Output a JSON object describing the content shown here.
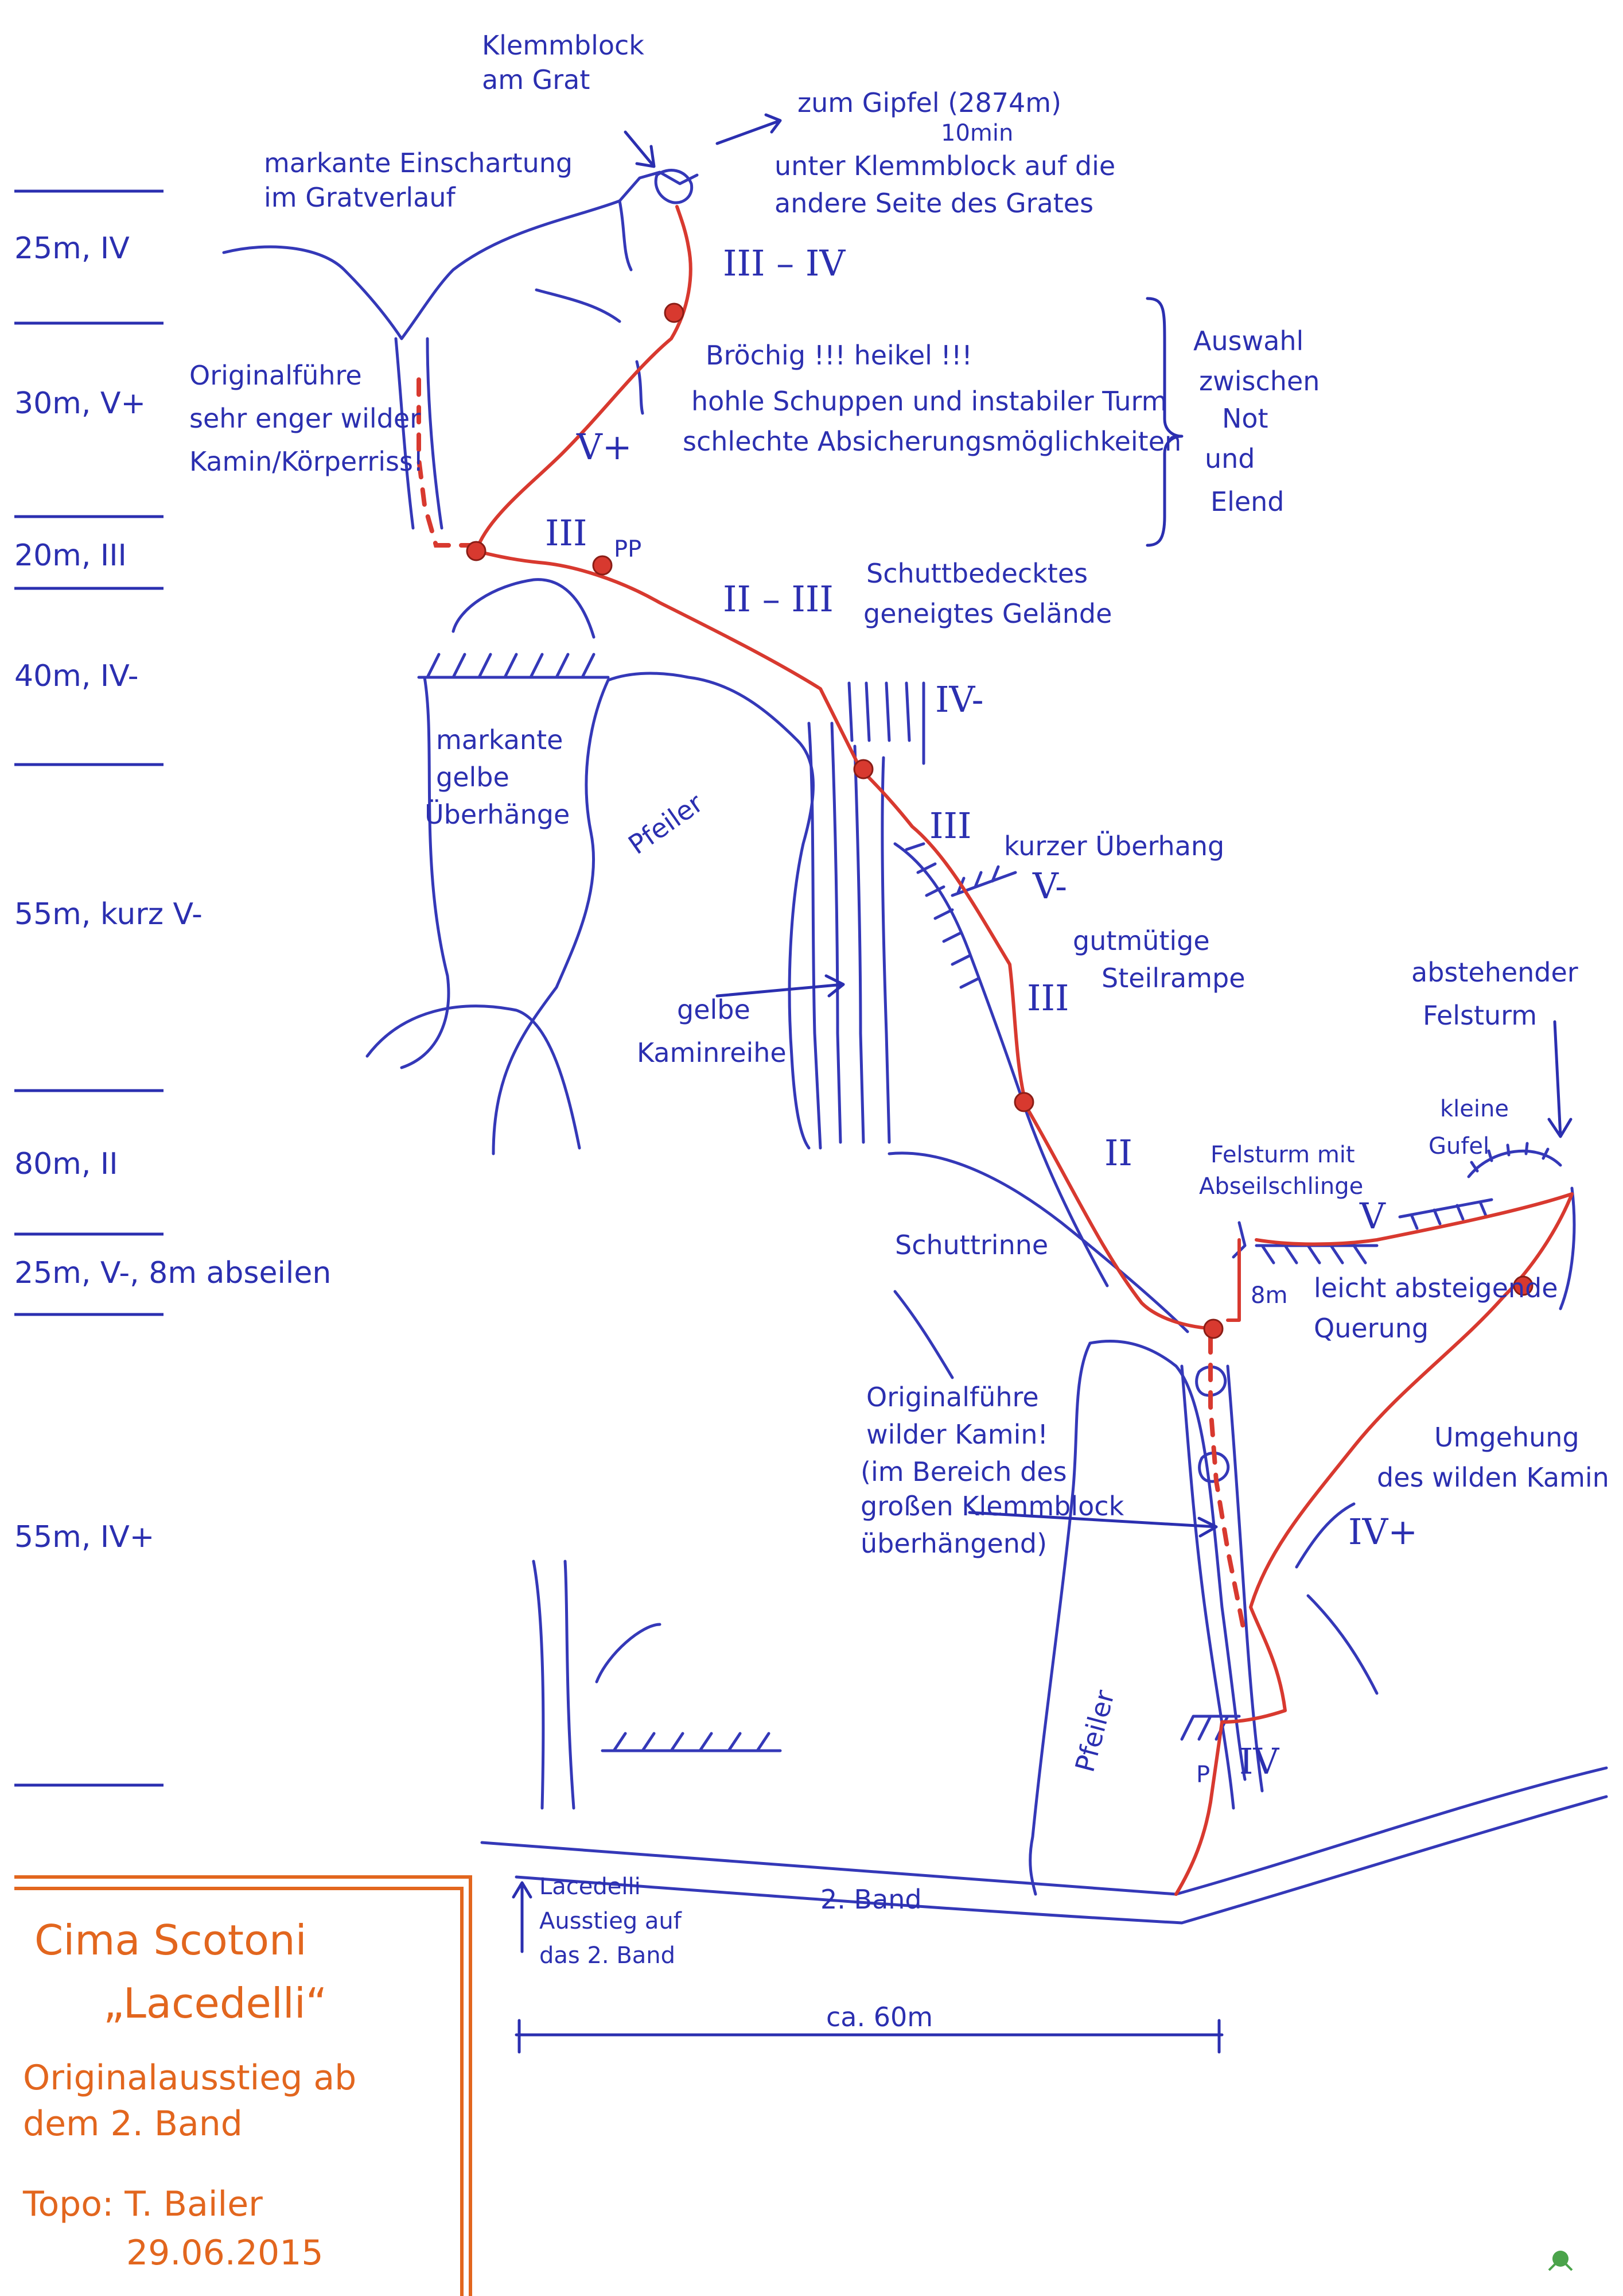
{
  "pitch_lengths": [
    "25m, IV",
    "30m, V+",
    "20m, III",
    "40m, IV-",
    "55m, kurz V-",
    "80m, II",
    "25m, V-, 8m abseilen",
    "55m, IV+"
  ],
  "labels": {
    "klemmblock": [
      "Klemmblock",
      "am Grat"
    ],
    "gipfel": "zum Gipfel (2874m)",
    "gipfel_time": "10min",
    "klemmblock_note": [
      "unter Klemmblock auf die",
      "andere Seite des Grates"
    ],
    "einschartung": [
      "markante Einschartung",
      "im Gratverlauf"
    ],
    "originalfuehre_top": [
      "Originalführe",
      "sehr enger wilder",
      "Kamin/Körperriss!"
    ],
    "broechig": [
      "Bröchig !!! heikel !!!",
      "hohle Schuppen und instabiler Turm",
      "schlechte Absicherungsmöglichkeiten"
    ],
    "auswahl": [
      "Auswahl",
      "zwischen",
      "Not",
      "und",
      "Elend"
    ],
    "schutt": [
      "Schuttbedecktes",
      "geneigtes Gelände"
    ],
    "gelbe_ueberhaenge": [
      "markante",
      "gelbe",
      "Überhänge"
    ],
    "pfeiler_top": "Pfeiler",
    "kurzer_ueberhang": "kurzer Überhang",
    "steilrampe": [
      "gutmütige",
      "Steilrampe"
    ],
    "gelbe_kaminreihe": [
      "gelbe",
      "Kaminreihe"
    ],
    "felsturm": [
      "abstehender",
      "Felsturm"
    ],
    "felsturm_abseil": [
      "Felsturm mit",
      "Abseilschlinge"
    ],
    "kleine_gufel": [
      "kleine",
      "Gufel"
    ],
    "schuttrinne": "Schuttrinne",
    "abseil_8m": "8m",
    "querung": [
      "leicht absteigende",
      "Querung"
    ],
    "originalfuehre_bottom": [
      "Originalführe",
      "wilder Kamin!",
      "(im Bereich des",
      "großen Klemmblock",
      "überhängend)"
    ],
    "umgehung": [
      "Umgehung",
      "des wilden Kamin"
    ],
    "pfeiler_bottom": "Pfeiler",
    "band": "2. Band",
    "lacedelli_ausstieg": [
      "Lacedelli",
      "Ausstieg auf",
      "das 2. Band"
    ],
    "scale": "ca. 60m",
    "pp": "PP",
    "p": "P"
  },
  "grades": {
    "g_top": "III – IV",
    "g_vplus": "V+",
    "g_iii_a": "III",
    "g_ii_iii": "II – III",
    "g_iv_minus": "IV-",
    "g_iii_b": "III",
    "g_v_minus": "V-",
    "g_iii_c": "III",
    "g_ii": "II",
    "g_v": "V",
    "g_iv_plus": "IV+",
    "g_iv": "IV"
  },
  "title_box": {
    "line1": "Cima Scotoni",
    "line2": "„Lacedelli“",
    "line3": "Originalausstieg ab",
    "line4": "dem 2. Band",
    "line5": "Topo: T. Bailer",
    "line6": "29.06.2015"
  },
  "colors": {
    "ink": "#2b2fb0",
    "route": "#d8392f",
    "title": "#e2661e"
  }
}
